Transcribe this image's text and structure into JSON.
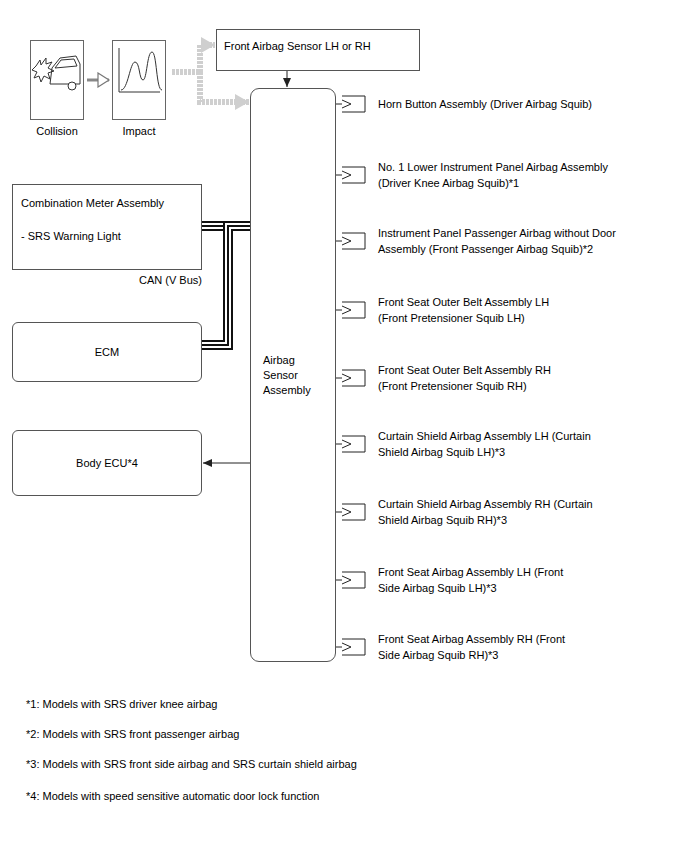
{
  "diagram": {
    "nodes": [
      {
        "text": [
          "Front Airbag Sensor LH or RH"
        ]
      },
      {
        "text": [
          "Collision"
        ]
      },
      {
        "text": [
          "Impact"
        ]
      },
      {
        "text": [
          "Airbag Sensor Assembly"
        ]
      },
      {
        "text": [
          "Horn Button Assembly (Driver Airbag Squib)"
        ]
      },
      {
        "text": [
          "No. 1 Lower Instrument Panel Airbag Assembly (Driver Knee Airbag Squib)*1"
        ]
      },
      {
        "text": [
          "Instrument Panel Passenger Airbag without Door Assembly (Front Passenger Airbag Squib)*2"
        ]
      },
      {
        "text": [
          "Front Seat Outer Belt Assembly LH (Front Pretensioner Squib LH)"
        ]
      },
      {
        "text": [
          "Front Seat Outer Belt Assembly RH (Front Pretensioner Squib RH)"
        ]
      },
      {
        "text": [
          "Curtain Shield Airbag Assembly LH (Curtain Shield Airbag Squib LH)*3"
        ]
      },
      {
        "text": [
          "Curtain Shield Airbag Assembly RH (Curtain Shield Airbag Squib RH)*3"
        ]
      },
      {
        "text": [
          "Front Seat Airbag Assembly LH (Front Side Airbag Squib LH)*3"
        ]
      },
      {
        "text": [
          "Front Seat Airbag Assembly RH (Front Side Airbag Squib RH)*3"
        ]
      },
      {
        "text": [
          "Combination Meter Assembly",
          "- SRS Warning Light"
        ]
      },
      {
        "text": [
          "ECM"
        ]
      },
      {
        "text": [
          "Body ECU*4"
        ]
      }
    ],
    "edges": [
      {
        "from": 1,
        "to": 2,
        "arrow": "to"
      },
      {
        "from": 2,
        "to": 0,
        "arrow": "to"
      },
      {
        "from": 2,
        "to": 3,
        "arrow": "to"
      },
      {
        "from": 0,
        "to": 3,
        "arrow": "to"
      },
      {
        "from": 3,
        "to": 4,
        "arrow": "none"
      },
      {
        "from": 3,
        "to": 5,
        "arrow": "none"
      },
      {
        "from": 3,
        "to": 6,
        "arrow": "none"
      },
      {
        "from": 3,
        "to": 7,
        "arrow": "none"
      },
      {
        "from": 3,
        "to": 8,
        "arrow": "none"
      },
      {
        "from": 3,
        "to": 9,
        "arrow": "none"
      },
      {
        "from": 3,
        "to": 10,
        "arrow": "none"
      },
      {
        "from": 3,
        "to": 11,
        "arrow": "none"
      },
      {
        "from": 3,
        "to": 12,
        "arrow": "none"
      },
      {
        "from": 13,
        "to": 3,
        "label": "CAN (V Bus)",
        "arrow": "none"
      },
      {
        "from": 14,
        "to": 3,
        "arrow": "none"
      },
      {
        "from": 3,
        "to": 15,
        "arrow": "to"
      }
    ],
    "labels": [
      "*1: Models with SRS driver knee airbag",
      "*2: Models with SRS front passenger airbag",
      "*3: Models with SRS front side airbag and SRS curtain shield airbag",
      "*4: Models with speed sensitive automatic door lock function"
    ]
  }
}
